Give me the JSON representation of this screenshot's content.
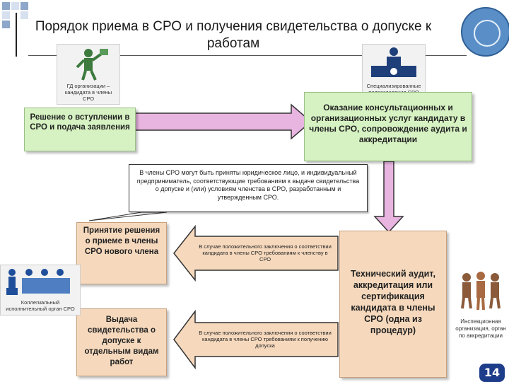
{
  "title": "Порядок приема в СРО и получения свидетельства о допуске к работам",
  "page_number": "14",
  "colors": {
    "green_box": "#d6f2c2",
    "orange_box": "#f6d9bd",
    "pink_arrow": "#e8b4e0",
    "arrow_stroke": "#333333",
    "logo_blue": "#5a8ec7",
    "badge_blue": "#1d3d8a"
  },
  "figures": {
    "applicant_caption": "ГД организации – кандидата в члены СРО",
    "specialized_caption": "Специализированные подразделения СРО",
    "collegial_caption": "Коллегиальный исполнительный орган СРО",
    "inspection_caption": "Инспекционная организация, орган по аккредитации"
  },
  "boxes": {
    "decision": "Решение о вступлении в СРО и подача заявления",
    "consulting": "Оказание консультационных и организационных услуг кандидату в члены СРО, сопровождение аудита и аккредитации",
    "acceptance": "Принятие решения о приеме в члены СРО нового члена",
    "issuance": "Выдача свидетельства о допуске к отдельным видам работ",
    "audit": "Технический аудит, аккредитация или сертификация кандидата в члены СРО (одна из процедур)"
  },
  "callout": "В члены СРО могут быть приняты юридическое лицо, и индивидуальный предприниматель, соответствующие требованиям к выдаче свидетельства о допуске и (или) условиям членства в СРО, разработанным и утвержденным СРО.",
  "notes": {
    "membership": "В случае положительного заключения о соответствии кандидата в члены СРО требованиям к членству в СРО",
    "permit": "В случае положительного заключения о соответствии кандидата в члены СРО требованиям к получению допуска"
  }
}
